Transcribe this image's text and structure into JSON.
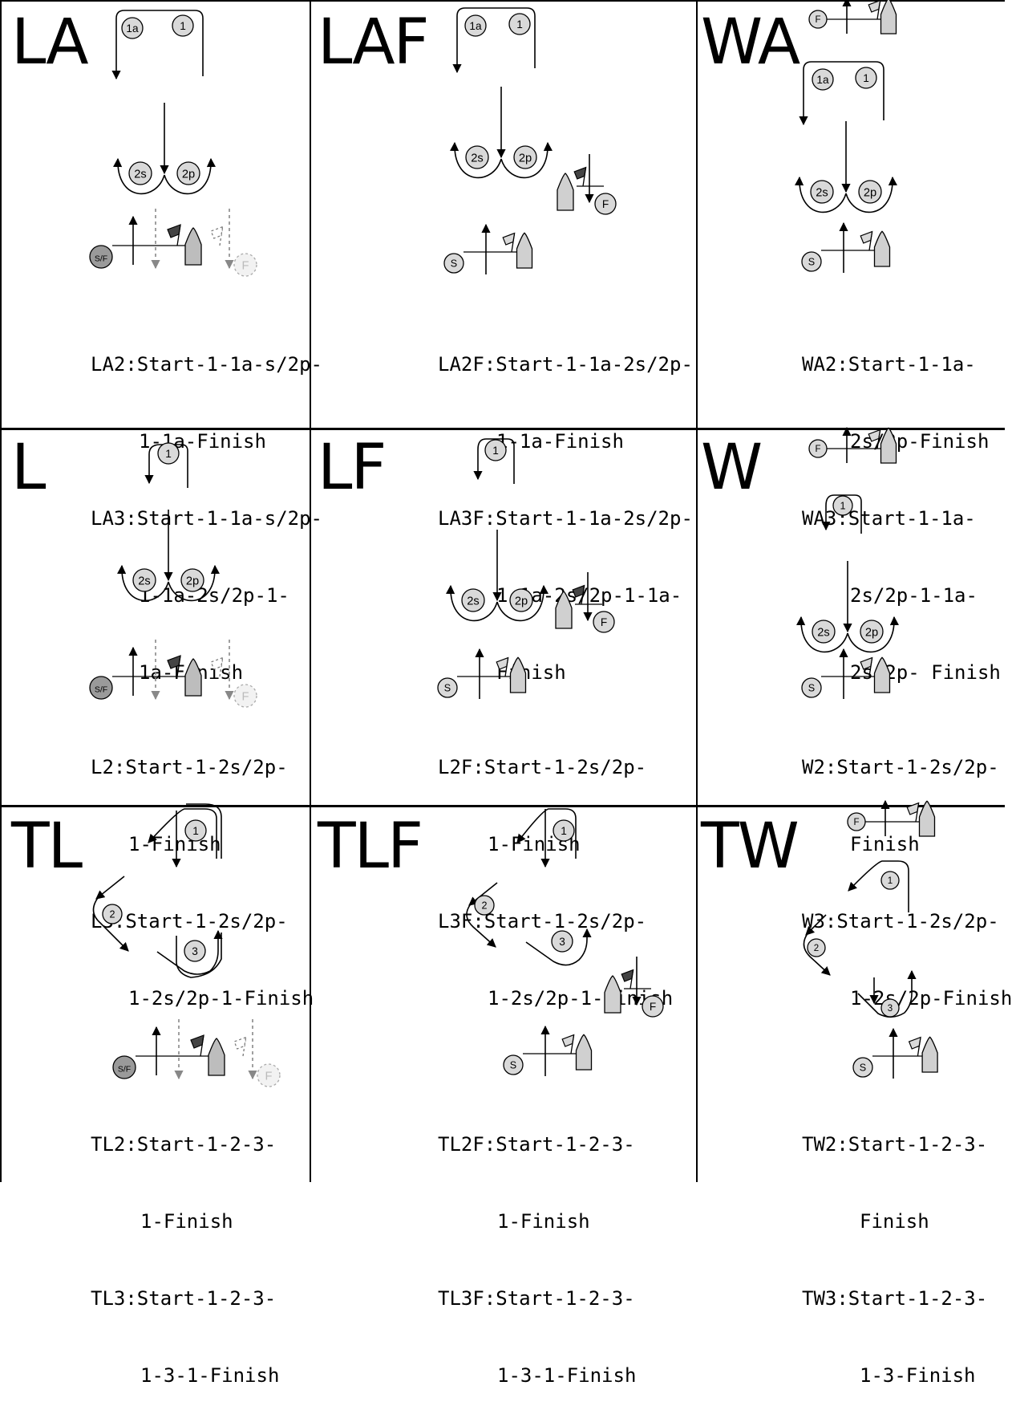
{
  "cells": [
    {
      "id": "LA",
      "title": "LA",
      "lines": [
        {
          "code": "LA2:",
          "text": [
            "Start-1-1a-s/2p-",
            "1-1a-Finish"
          ]
        },
        {
          "code": "LA3:",
          "text": [
            "Start-1-1a-s/2p-",
            "1-1a-2s/2p-1-",
            "1a-Finish"
          ]
        }
      ]
    },
    {
      "id": "LAF",
      "title": "LAF",
      "lines": [
        {
          "code": "LA2F:",
          "text": [
            "Start-1-1a-2s/2p-",
            "1-1a-Finish"
          ]
        },
        {
          "code": "LA3F:",
          "text": [
            "Start-1-1a-2s/2p-",
            "1-1a-2s/2p-1-1a-",
            "Finish"
          ]
        }
      ]
    },
    {
      "id": "WA",
      "title": "WA",
      "lines": [
        {
          "code": "WA2:",
          "text": [
            "Start-1-1a-",
            "2s/2p-Finish"
          ]
        },
        {
          "code": "WA3:",
          "text": [
            "Start-1-1a-",
            "2s/2p-1-1a-",
            "2s/2p- Finish"
          ]
        }
      ]
    },
    {
      "id": "L",
      "title": "L",
      "lines": [
        {
          "code": "L2:",
          "text": [
            "Start-1-2s/2p-",
            "1-Finish"
          ]
        },
        {
          "code": "L3:",
          "text": [
            "Start-1-2s/2p-",
            "1-2s/2p-1-Finish"
          ]
        }
      ]
    },
    {
      "id": "LF",
      "title": "LF",
      "lines": [
        {
          "code": "L2F:",
          "text": [
            "Start-1-2s/2p-",
            "1-Finish"
          ]
        },
        {
          "code": "L3F:",
          "text": [
            "Start-1-2s/2p-",
            "1-2s/2p-1-Finish"
          ]
        }
      ]
    },
    {
      "id": "W",
      "title": "W",
      "lines": [
        {
          "code": "W2:",
          "text": [
            "Start-1-2s/2p-",
            "Finish"
          ]
        },
        {
          "code": "W3:",
          "text": [
            "Start-1-2s/2p-",
            "1-2s/2p-Finish"
          ]
        }
      ]
    },
    {
      "id": "TL",
      "title": "TL",
      "lines": [
        {
          "code": "TL2:",
          "text": [
            "Start-1-2-3-",
            "1-Finish"
          ]
        },
        {
          "code": "TL3:",
          "text": [
            "Start-1-2-3-",
            "1-3-1-Finish"
          ]
        }
      ]
    },
    {
      "id": "TLF",
      "title": "TLF",
      "lines": [
        {
          "code": "TL2F:",
          "text": [
            "Start-1-2-3-",
            "1-Finish"
          ]
        },
        {
          "code": "TL3F:",
          "text": [
            "Start-1-2-3-",
            "1-3-1-Finish"
          ]
        }
      ]
    },
    {
      "id": "TW",
      "title": "TW",
      "lines": [
        {
          "code": "TW2:",
          "text": [
            "Start-1-2-3-",
            "Finish"
          ]
        },
        {
          "code": "TW3:",
          "text": [
            "Start-1-2-3-",
            "1-3-Finish"
          ]
        }
      ]
    }
  ],
  "marks": {
    "m1": "1",
    "m1a": "1a",
    "m2": "2",
    "m3": "3",
    "m2s": "2s",
    "m2p": "2p",
    "start": "S",
    "finish": "F",
    "start_finish": "S/F"
  },
  "colors": {
    "mark_fill": "#d9d9d9",
    "dark_mark_fill": "#9a9a9a",
    "boat_fill": "#d0d0d0",
    "flag_dark": "#444444",
    "faded": "#999999"
  }
}
